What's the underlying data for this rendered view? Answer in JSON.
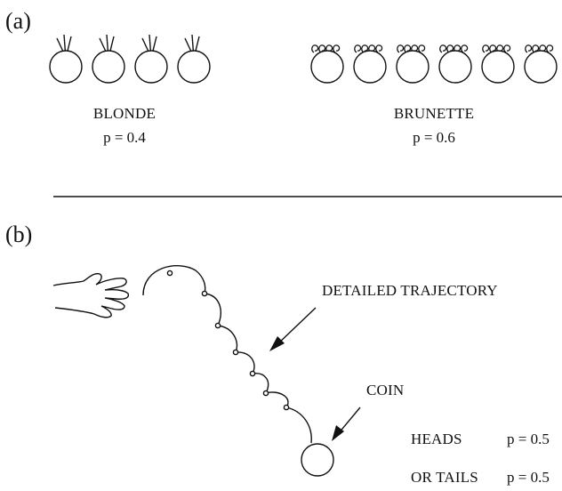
{
  "panel_a": {
    "label": "(a)",
    "groups": [
      {
        "name": "BLONDE",
        "probability_label": "p = 0.4",
        "count": 4,
        "hair": "straight"
      },
      {
        "name": "BRUNETTE",
        "probability_label": "p = 0.6",
        "count": 6,
        "hair": "curly"
      }
    ]
  },
  "panel_b": {
    "label": "(b)",
    "trajectory_label": "DETAILED TRAJECTORY",
    "coin_label": "COIN",
    "outcomes": [
      {
        "name": "HEADS",
        "probability_label": "p = 0.5"
      },
      {
        "name": "OR TAILS",
        "probability_label": "p = 0.5"
      }
    ]
  },
  "icons": [
    "hand-icon",
    "coin-icon",
    "arrow-icon"
  ]
}
